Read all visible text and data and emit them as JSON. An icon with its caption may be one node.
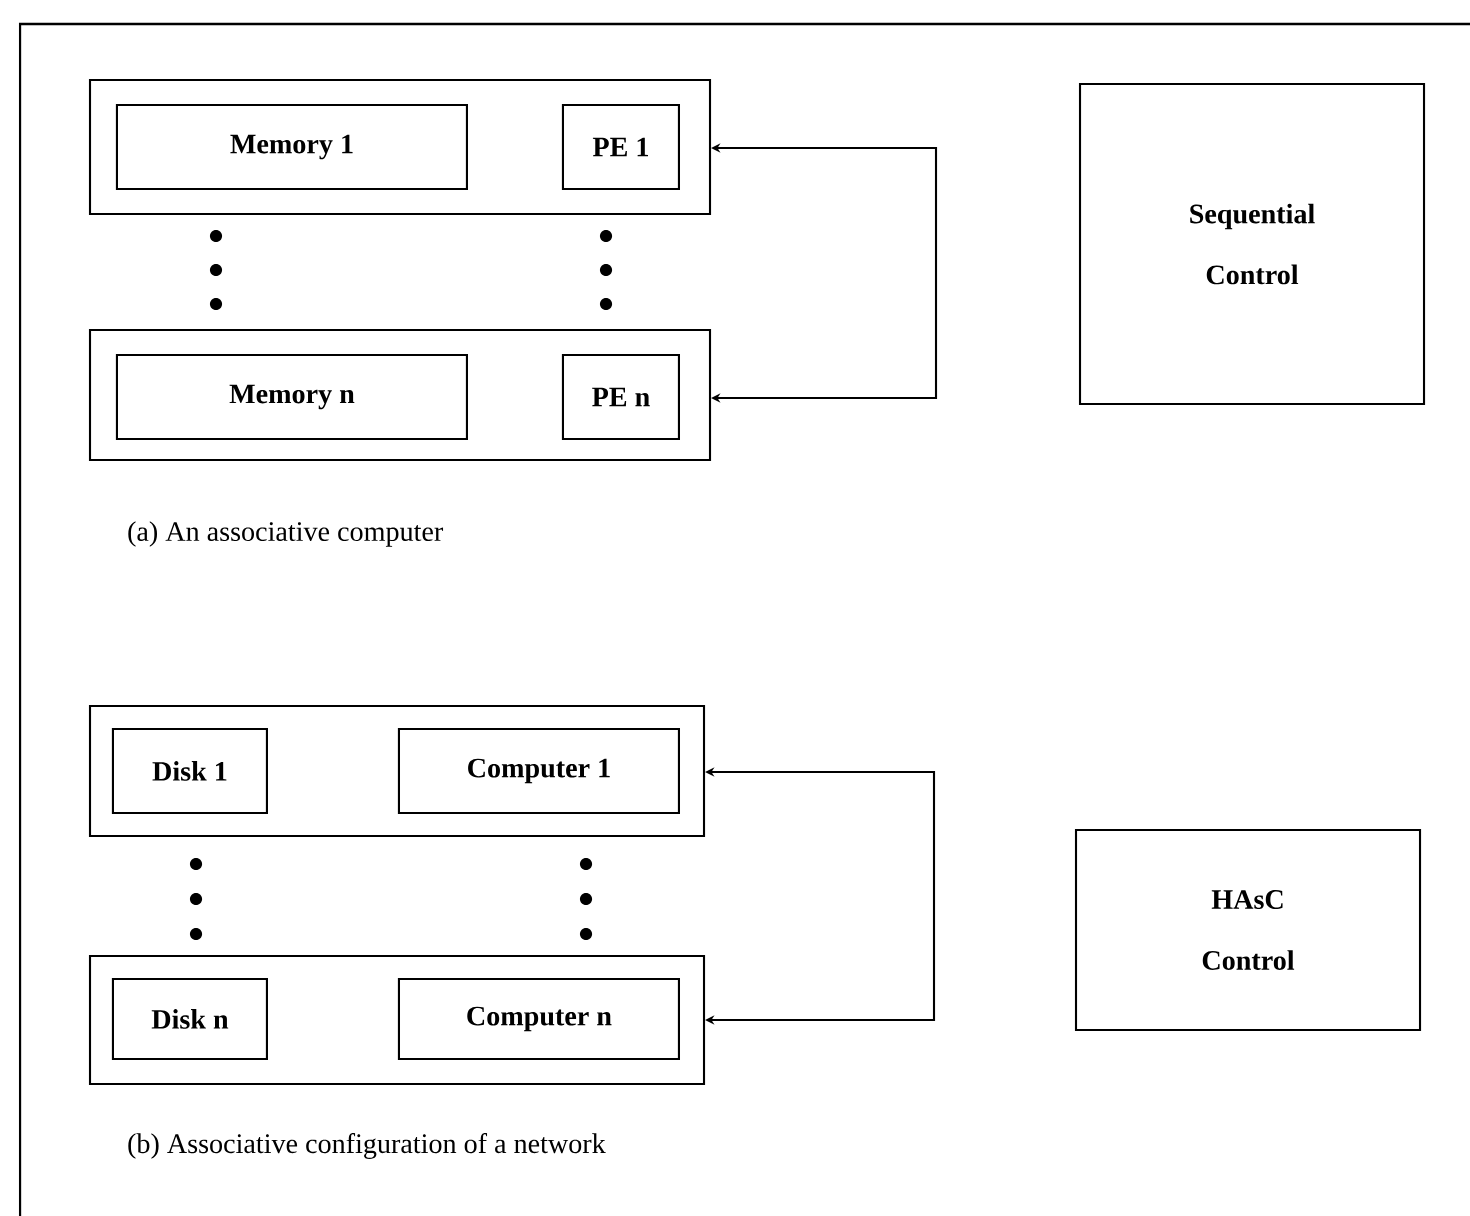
{
  "diagram": {
    "nodes": [
      {
        "text": [],
        "shape": "box"
      },
      {
        "text": [
          "Memory 1"
        ],
        "in": 0
      },
      {
        "text": [
          "PE 1"
        ],
        "in": 0
      },
      {
        "text": [],
        "shape": "box"
      },
      {
        "text": [
          "Memory n"
        ],
        "in": 3
      },
      {
        "text": [
          "PE n"
        ],
        "in": 3
      },
      {
        "text": [
          "Sequential Control"
        ]
      },
      {
        "text": [],
        "shape": "box"
      },
      {
        "text": [
          "Disk 1"
        ],
        "in": 7
      },
      {
        "text": [
          "Computer 1"
        ],
        "in": 7
      },
      {
        "text": [],
        "shape": "box"
      },
      {
        "text": [
          "Disk n"
        ],
        "in": 10
      },
      {
        "text": [
          "Computer n"
        ],
        "in": 10
      },
      {
        "text": [
          "HAsC Control"
        ]
      }
    ],
    "edges": [
      {
        "from": 0,
        "to": 3,
        "arrow": "both"
      },
      {
        "from": 7,
        "to": 10,
        "arrow": "both"
      }
    ],
    "labels": [
      "(a) An associative computer",
      "(b) Associative configuration of a network"
    ]
  }
}
